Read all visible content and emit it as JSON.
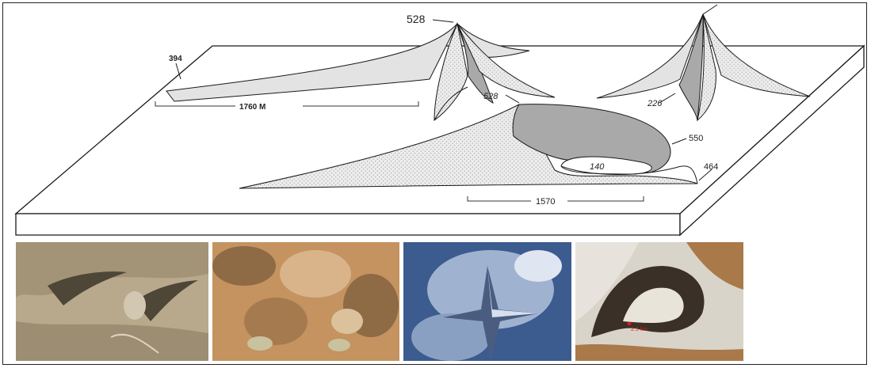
{
  "labels": {
    "peak_left": "528",
    "arm_left": "394",
    "length_left": "1760 M",
    "peak_right_arm": "226",
    "peak_center": "528",
    "ridge_center": "550",
    "hollow_center": "140",
    "toe_center": "464",
    "length_center": "1570",
    "photo4_marker": "2.5 km"
  },
  "colors": {
    "light_fill": "#e3e3e3",
    "mid_fill": "#c8c8c8",
    "dark_fill": "#a9a9a9",
    "outline": "#1a1a1a",
    "marker_red": "#d21c1c"
  }
}
